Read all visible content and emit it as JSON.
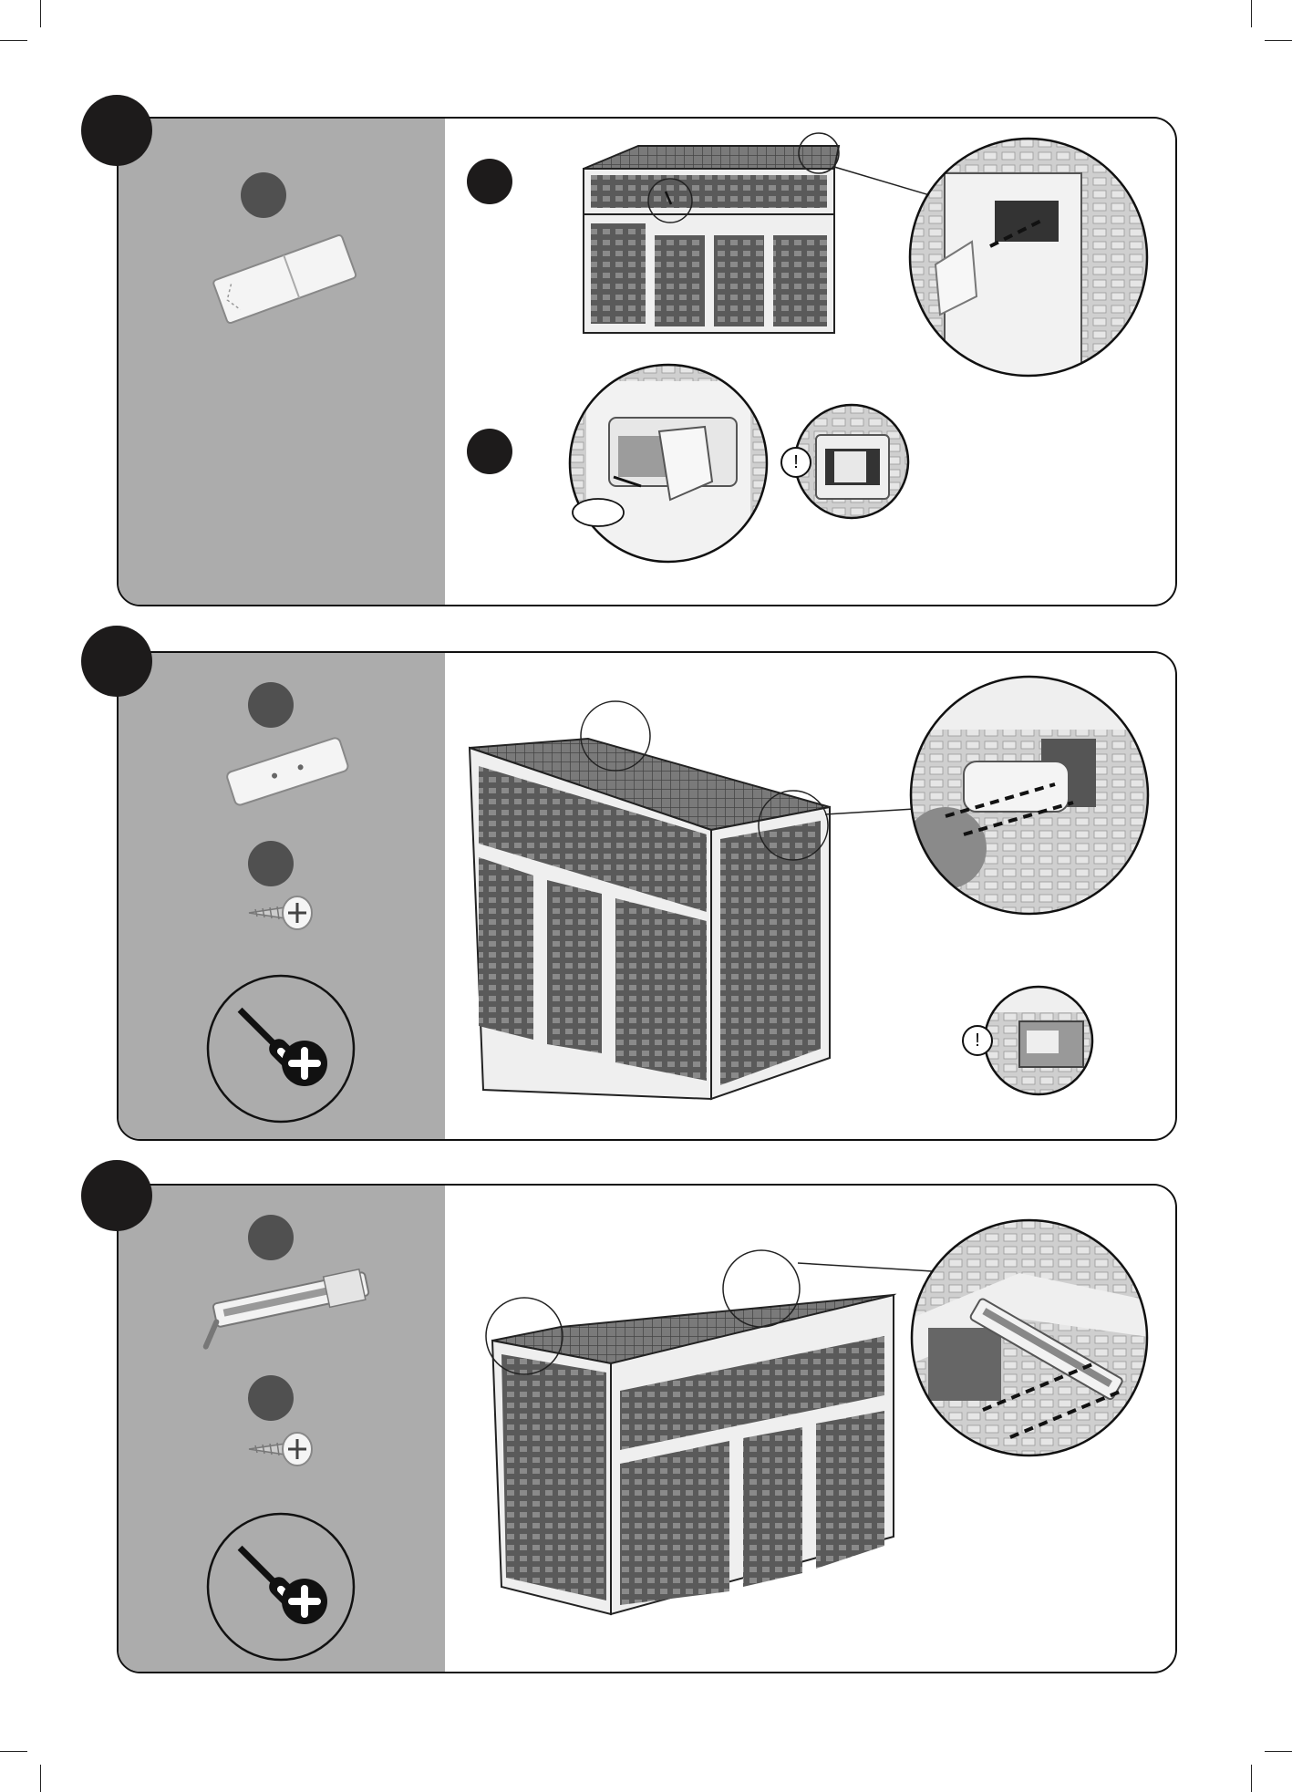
{
  "page": {
    "steps": [
      {
        "id": "step-1",
        "label": ""
      },
      {
        "id": "step-2",
        "label": ""
      },
      {
        "id": "step-3",
        "label": ""
      }
    ],
    "sub_steps": [
      {
        "id": "a",
        "label": ""
      },
      {
        "id": "b",
        "label": ""
      }
    ],
    "warning_symbol": "!",
    "footer": "",
    "colors": {
      "panel_left": "#acacac",
      "badge_dark": "#1d1b1b",
      "badge_part": "#505050",
      "box_dark": "#5a5a5a",
      "box_light": "#efefef"
    },
    "icons": [
      "clip-part-icon",
      "bracket-part-icon",
      "screw-icon",
      "screwdriver-icon",
      "plus-icon",
      "rail-part-icon",
      "warning-icon"
    ]
  }
}
